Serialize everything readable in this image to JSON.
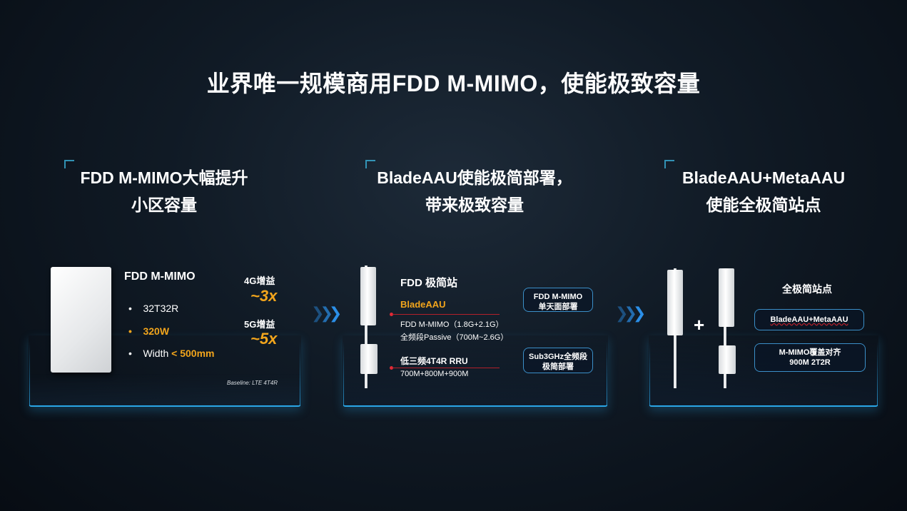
{
  "title": "业界唯一规模商用FDD M-MIMO，使能极致容量",
  "columns": [
    {
      "heading_line1": "FDD M-MIMO大幅提升",
      "heading_line2": "小区容量"
    },
    {
      "heading_line1": "BladeAAU使能极简部署，",
      "heading_line2": "带来极致容量"
    },
    {
      "heading_line1": "BladeAAU+MetaAAU",
      "heading_line2": "使能全极简站点"
    }
  ],
  "panel1": {
    "product_name": "FDD M-MIMO",
    "bullets": {
      "b1": "32T32R",
      "b2": "320W",
      "b3_label": "Width ",
      "b3_value": "< 500mm"
    },
    "gain_4g_label": "4G增益",
    "gain_4g_value": "~3x",
    "gain_5g_label": "5G增益",
    "gain_5g_value": "~5x",
    "baseline": "Baseline: LTE 4T4R"
  },
  "panel2": {
    "site_title": "FDD 极简站",
    "blade_label": "BladeAAU",
    "blade_line1": "FDD M-MIMO（1.8G+2.1G）",
    "blade_line2": "全频段Passive（700M~2.6G）",
    "rru_label": "低三频4T4R RRU",
    "rru_line": "700M+800M+900M",
    "tag1_line1": "FDD M-MIMO",
    "tag1_line2": "单天面部署",
    "tag2_line1": "Sub3GHz全频段",
    "tag2_line2": "极简部署"
  },
  "panel3": {
    "plus": "+",
    "site_title": "全极简站点",
    "tag1": "BladeAAU+MetaAAU",
    "tag2_line1": "M-MIMO覆盖对齐",
    "tag2_line2": "900M 2T2R"
  },
  "colors": {
    "accent_blue": "#2aa6e6",
    "gold": "#f2a51c",
    "red_marker": "#e02a36"
  }
}
